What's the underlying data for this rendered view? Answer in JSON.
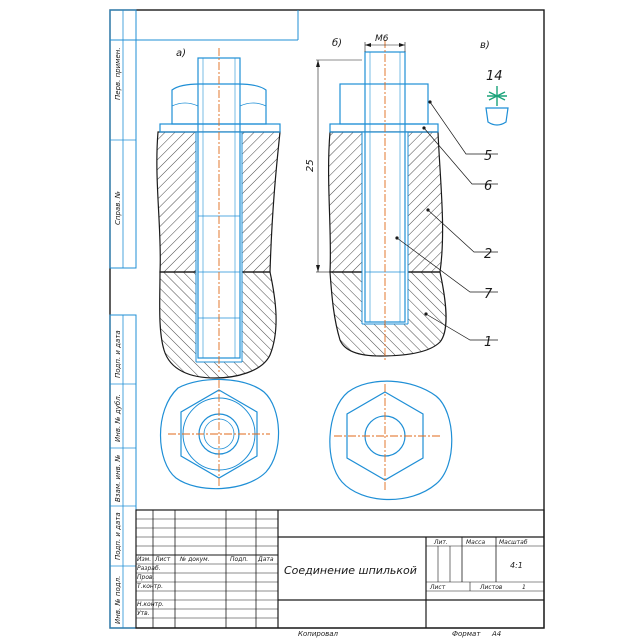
{
  "drawing": {
    "title": "Соединение шпилькой",
    "view_labels": {
      "a": "а)",
      "b": "б)",
      "c": "в)"
    },
    "dimensions": {
      "thread": "М6",
      "length": "25",
      "weld_symbol": "14"
    },
    "callouts": [
      "5",
      "6",
      "2",
      "7",
      "1"
    ]
  },
  "left_margin": {
    "labels": [
      "Перв. примен.",
      "Справ. №",
      "Подп. и дата",
      "Инв. № дубл.",
      "Взам. инв. №",
      "Подп. и дата",
      "Инв. № подл."
    ]
  },
  "title_block": {
    "columns": [
      "Изм.",
      "Лист",
      "№ докум.",
      "Подп.",
      "Дата"
    ],
    "roles": [
      "Разраб.",
      "Пров.",
      "Т.контр.",
      "",
      "Н.контр.",
      "Утв."
    ],
    "lit_label": "Лит.",
    "mass_label": "Масса",
    "scale_label": "Масштаб",
    "scale_value": "4:1",
    "sheet_label": "Лист",
    "sheets_label": "Листов",
    "sheets_value": "1"
  },
  "footer": {
    "copied": "Копировал",
    "format": "Формат",
    "format_value": "А4"
  }
}
